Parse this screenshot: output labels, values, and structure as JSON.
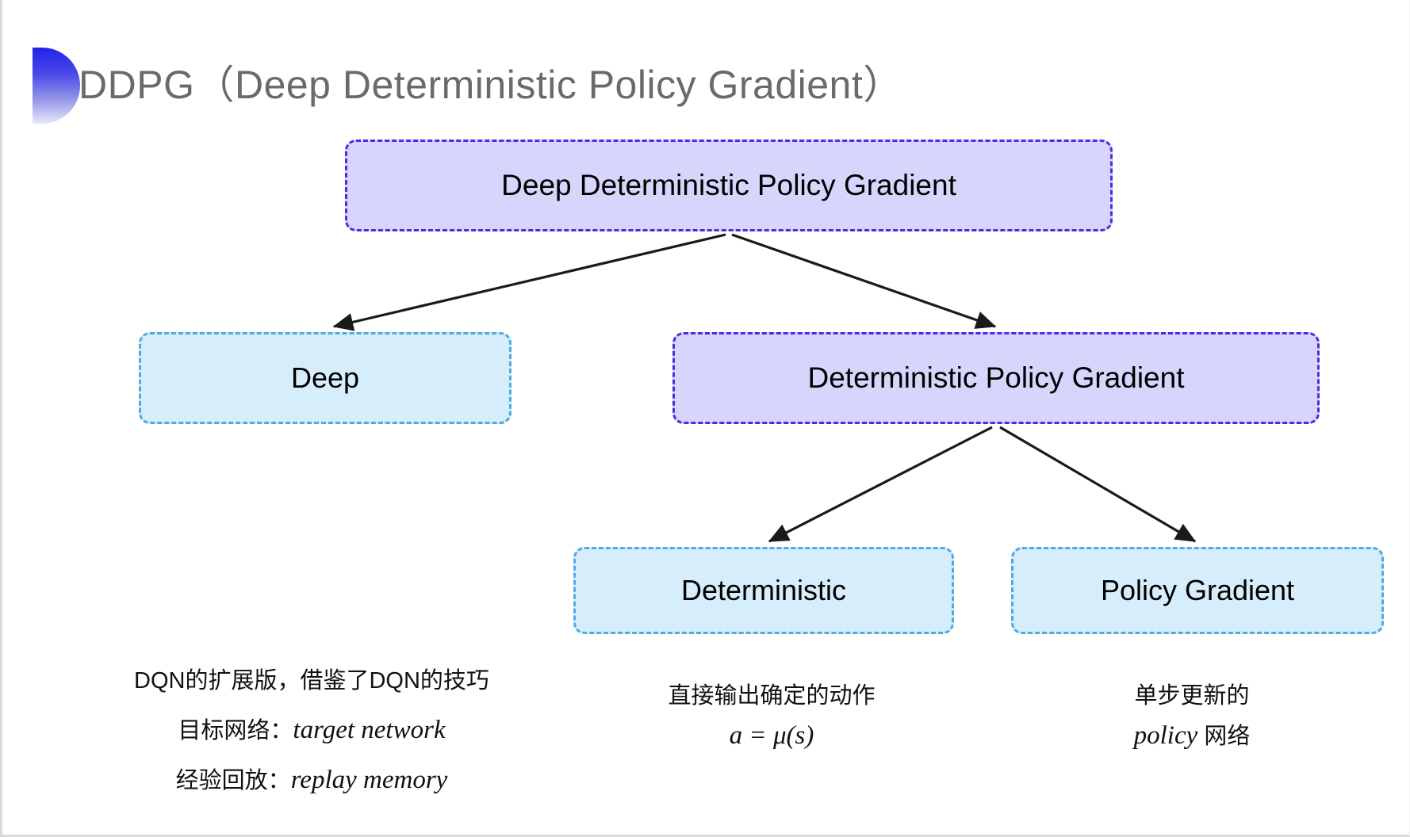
{
  "slide": {
    "title": "DDPG（Deep Deterministic Policy Gradient）",
    "background_color": "#ffffff",
    "title_color": "#6a6a6a",
    "accent_color": "#2323e8"
  },
  "diagram": {
    "type": "tree",
    "colors": {
      "purple_fill": "#d7d5fb",
      "purple_border": "#4530e0",
      "blue_fill": "#d6eefb",
      "blue_border": "#52a9dd",
      "arrow": "#1a1a1a"
    },
    "nodes": [
      {
        "id": "root",
        "label": "Deep Deterministic Policy Gradient",
        "style": "purple"
      },
      {
        "id": "deep",
        "label": "Deep",
        "style": "blue"
      },
      {
        "id": "dpg",
        "label": "Deterministic Policy Gradient",
        "style": "purple"
      },
      {
        "id": "deterministic",
        "label": "Deterministic",
        "style": "blue"
      },
      {
        "id": "policy_gradient",
        "label": "Policy Gradient",
        "style": "blue"
      }
    ],
    "edges": [
      {
        "from": "root",
        "to": "deep"
      },
      {
        "from": "root",
        "to": "dpg"
      },
      {
        "from": "dpg",
        "to": "deterministic"
      },
      {
        "from": "dpg",
        "to": "policy_gradient"
      }
    ]
  },
  "captions": {
    "deep": {
      "line1": "DQN的扩展版，借鉴了DQN的技巧",
      "line2_label": "目标网络：",
      "line2_term": "target network",
      "line3_label": "经验回放：",
      "line3_term": "replay memory"
    },
    "deterministic": {
      "line1": "直接输出确定的动作",
      "formula": "a = μ(s)"
    },
    "policy_gradient": {
      "line1": "单步更新的",
      "line2_term": "policy",
      "line2_suffix": " 网络"
    }
  }
}
